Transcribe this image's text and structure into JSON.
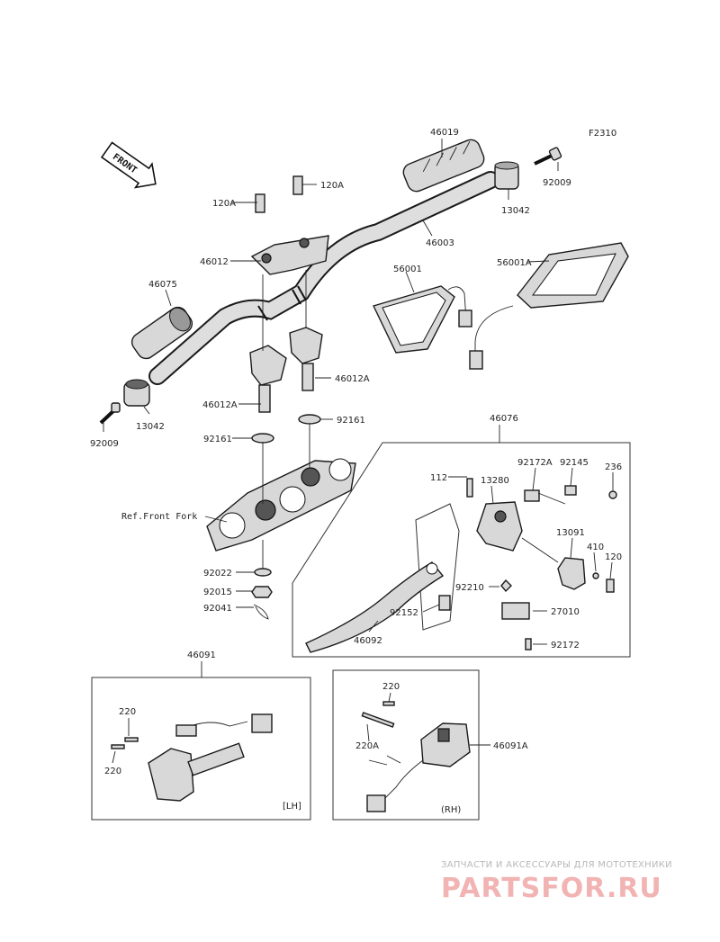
{
  "figure_code": "F2310",
  "front_arrow_text": "FRONT",
  "labels": {
    "46019": "46019",
    "92009_r": "92009",
    "13042_r": "13042",
    "120A_1": "120A",
    "120A_2": "120A",
    "46003": "46003",
    "46012": "46012",
    "46075": "46075",
    "56001": "56001",
    "56001A": "56001A",
    "46012A_r": "46012A",
    "46012A_l": "46012A",
    "13042_l": "13042",
    "92009_l": "92009",
    "92161_r": "92161",
    "92161_l": "92161",
    "ref_front_fork": "Ref.Front Fork",
    "92022": "92022",
    "92015": "92015",
    "92041": "92041",
    "46076": "46076",
    "112": "112",
    "13280": "13280",
    "92172A": "92172A",
    "92145": "92145",
    "236": "236",
    "13091": "13091",
    "410": "410",
    "120": "120",
    "92210": "92210",
    "92152": "92152",
    "27010": "27010",
    "46092": "46092",
    "92172": "92172",
    "46091": "46091",
    "220_lh_top": "220",
    "220_lh_bot": "220",
    "lh": "[LH]",
    "220_rh": "220",
    "220A": "220A",
    "46091A": "46091A",
    "rh": "(RH)"
  },
  "watermark": {
    "line1": "ЗАПЧАСТИ И АКСЕССУАРЫ ДЛЯ МОТОТЕХНИКИ",
    "line2": "PARTSFOR.RU"
  }
}
